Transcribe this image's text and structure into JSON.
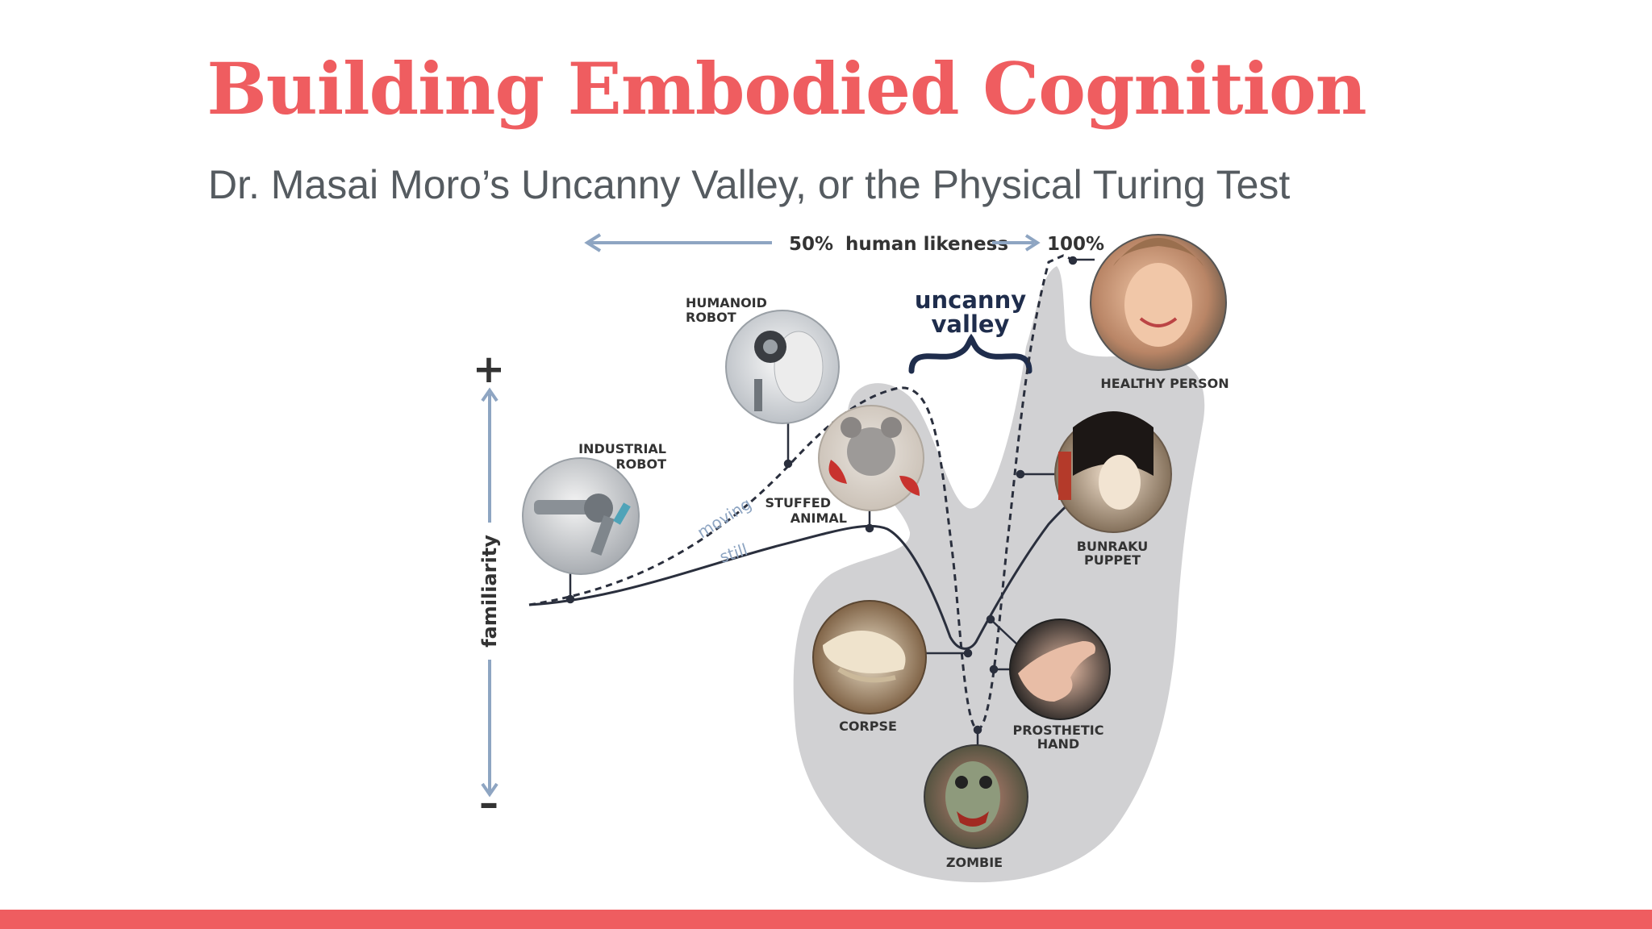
{
  "slide": {
    "title": "Building Embodied Cognition",
    "subtitle": "Dr. Masai Moro’s Uncanny Valley, or the Physical Turing Test"
  },
  "diagram": {
    "top_axis": {
      "fifty": "50%",
      "label": "human likeness",
      "hundred": "100%"
    },
    "side_axis": {
      "label": "familiarity",
      "plus": "+",
      "minus": "–"
    },
    "valley_label": [
      "uncanny",
      "valley"
    ],
    "curve_labels": {
      "moving": "moving",
      "still": "still"
    },
    "items": {
      "industrial_robot": [
        "INDUSTRIAL",
        "ROBOT"
      ],
      "humanoid_robot": [
        "HUMANOID",
        "ROBOT"
      ],
      "stuffed_animal": [
        "STUFFED",
        "ANIMAL"
      ],
      "healthy_person": [
        "HEALTHY PERSON"
      ],
      "bunraku_puppet": [
        "BUNRAKU",
        "PUPPET"
      ],
      "corpse": [
        "CORPSE"
      ],
      "prosthetic_hand": [
        "PROSTHETIC",
        "HAND"
      ],
      "zombie": [
        "ZOMBIE"
      ]
    },
    "colors": {
      "accent": "#ef5d60",
      "axis": "#8ea5c2",
      "navy": "#1f2d4c",
      "valley_fill": "#d1d1d3"
    }
  }
}
